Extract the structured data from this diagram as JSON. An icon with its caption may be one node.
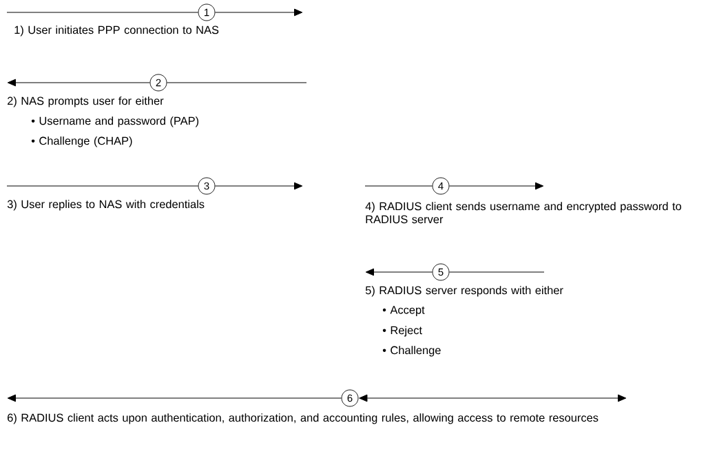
{
  "diagram": {
    "nodes": [
      {
        "text": [
          "1"
        ],
        "beside": [
          "1) User initiates PPP connection to NAS"
        ]
      },
      {
        "text": [
          "2"
        ],
        "beside": [
          "2) NAS prompts user for either",
          "• Username and password (PAP)",
          "• Challenge (CHAP)"
        ]
      },
      {
        "text": [
          "3"
        ],
        "beside": [
          "3) User replies to NAS with credentials"
        ]
      },
      {
        "text": [
          "4"
        ],
        "beside": [
          "4) RADIUS client sends username and encrypted password to RADIUS server"
        ]
      },
      {
        "text": [
          "5"
        ],
        "beside": [
          "5) RADIUS server responds with either",
          "• Accept",
          "• Reject",
          "• Challenge"
        ]
      },
      {
        "text": [
          "6"
        ],
        "beside": [
          "6) RADIUS client acts upon authentication, authorization, and accounting rules, allowing access to remote resources"
        ]
      }
    ],
    "edges": [
      {
        "from": null,
        "to": 0,
        "arrow": "none"
      },
      {
        "from": 0,
        "to": null,
        "arrow": "to"
      },
      {
        "from": 1,
        "to": null,
        "arrow": "to"
      },
      {
        "from": null,
        "to": 1,
        "arrow": "none"
      },
      {
        "from": null,
        "to": 2,
        "arrow": "none"
      },
      {
        "from": 2,
        "to": null,
        "arrow": "to"
      },
      {
        "from": null,
        "to": 3,
        "arrow": "none"
      },
      {
        "from": 3,
        "to": null,
        "arrow": "to"
      },
      {
        "from": 4,
        "to": null,
        "arrow": "to"
      },
      {
        "from": null,
        "to": 4,
        "arrow": "none"
      },
      {
        "from": 5,
        "to": null,
        "arrow": "to"
      },
      {
        "from": 5,
        "to": null,
        "arrow": "both"
      }
    ]
  }
}
